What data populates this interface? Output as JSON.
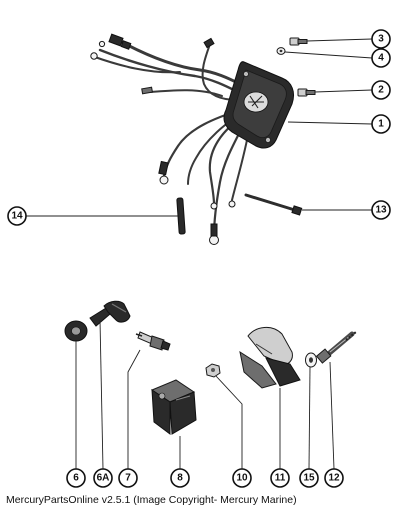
{
  "callouts": {
    "c1": "1",
    "c2": "2",
    "c3": "3",
    "c4": "4",
    "c6": "6",
    "c6a": "6A",
    "c7": "7",
    "c8": "8",
    "c10": "10",
    "c11": "11",
    "c12": "12",
    "c13": "13",
    "c14": "14",
    "c15": "15"
  },
  "caption": "MercuryPartsOnline v2.5.1 (Image Copyright- Mercury Marine)"
}
